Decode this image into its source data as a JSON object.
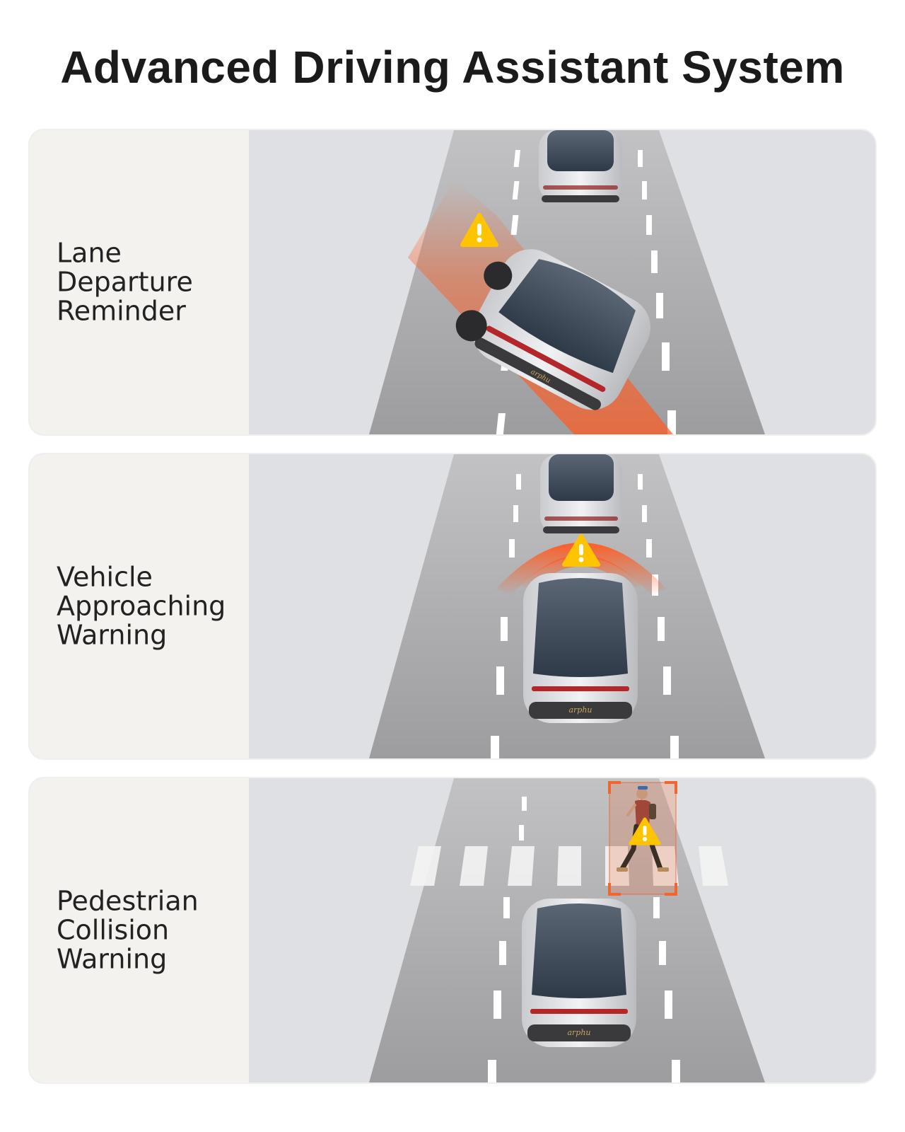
{
  "page": {
    "title": "Advanced Driving Assistant System"
  },
  "features": [
    {
      "id": "lane-departure",
      "label_lines": [
        "Lane",
        "Departure",
        "Reminder"
      ]
    },
    {
      "id": "vehicle-approaching",
      "label_lines": [
        "Vehicle",
        "Approaching",
        "Warning"
      ]
    },
    {
      "id": "pedestrian-collision",
      "label_lines": [
        "Pedestrian",
        "Collision",
        "Warning"
      ]
    }
  ],
  "car_badge": "arphu",
  "colors": {
    "road": "#a9a9ab",
    "off_road": "#dfe0e3",
    "label_panel": "#f3f2ef",
    "warning_orange": "#ff5a1f",
    "warning_yellow": "#ffc400",
    "detection_box": "#f0662e"
  },
  "icons": [
    "warning-triangle-icon",
    "car-icon",
    "pedestrian-icon",
    "detection-box-icon"
  ]
}
